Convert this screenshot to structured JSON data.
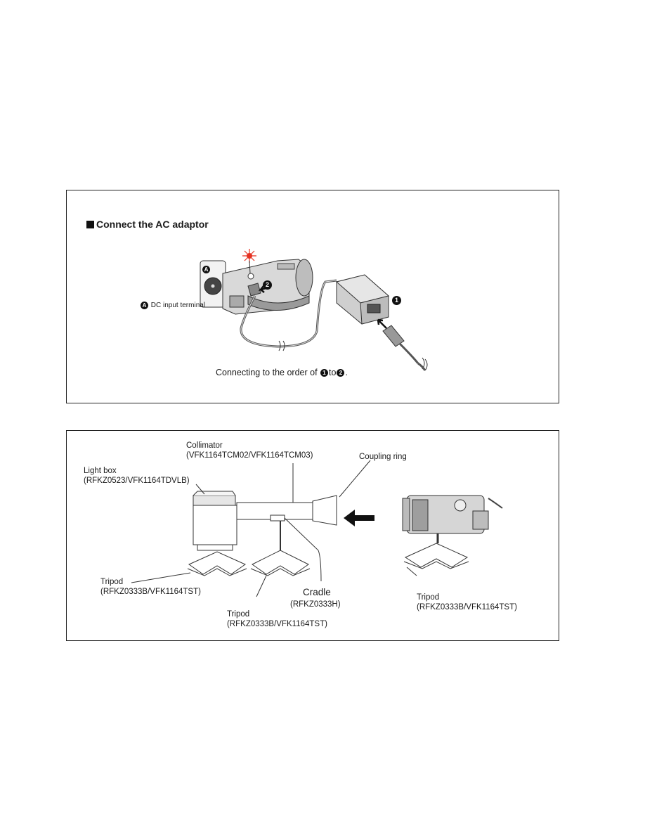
{
  "ac_section": {
    "heading": "Connect the AC adaptor",
    "marker_a": "A",
    "dc_label": "DC input terminal",
    "step1": "1",
    "step2": "2",
    "caption_prefix": "Connecting to the order of ",
    "caption_mid": "to",
    "caption_suffix": "."
  },
  "setup_section": {
    "collimator_title": "Collimator",
    "collimator_parts": "(VFK1164TCM02/VFK1164TCM03)",
    "coupling_ring": "Coupling ring",
    "light_box_title": "Light box",
    "light_box_parts": "(RFKZ0523/VFK1164TDVLB)",
    "tripod_left_title": "Tripod",
    "tripod_left_parts": "(RFKZ0333B/VFK1164TST)",
    "tripod_mid_title": "Tripod",
    "tripod_mid_parts": "(RFKZ0333B/VFK1164TST)",
    "cradle_title": "Cradle",
    "cradle_parts": "(RFKZ0333H)",
    "tripod_right_title": "Tripod",
    "tripod_right_parts": "(RFKZ0333B/VFK1164TST)"
  }
}
